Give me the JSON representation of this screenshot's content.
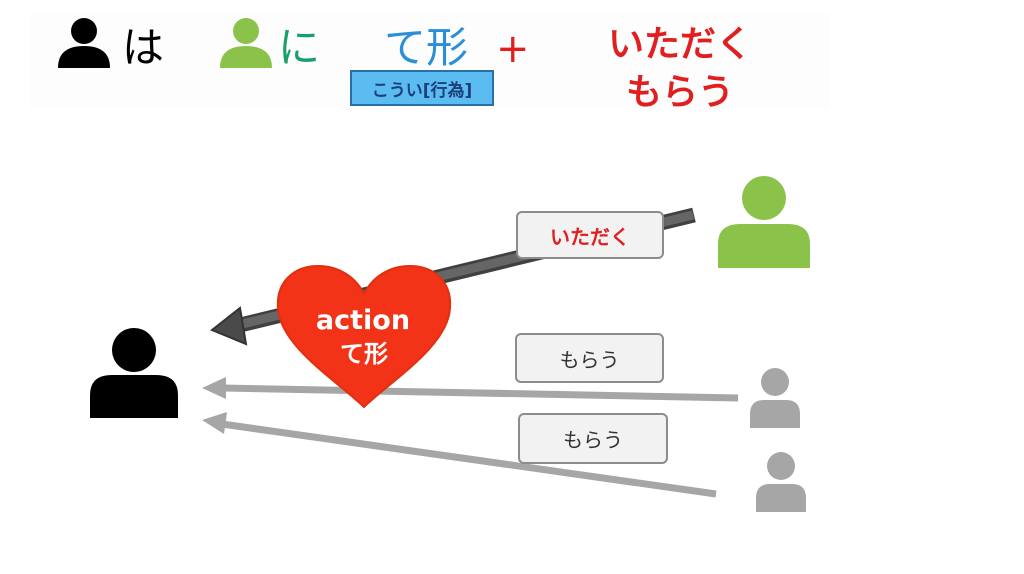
{
  "header": {
    "particle_wa": "は",
    "particle_ni": "に",
    "te_form": "て形",
    "plus": "+",
    "verb_line1": "いただく",
    "verb_line2": "もらう",
    "tag": "こうい[行為]"
  },
  "diagram": {
    "label_itadaku": "いただく",
    "heart_line1": "action",
    "heart_line2": "て形",
    "label_morau_1": "もらう",
    "label_morau_2": "もらう"
  },
  "colors": {
    "black": "#000000",
    "green": "#8bc34a",
    "teal": "#1a9e6a",
    "blue": "#2a8fd6",
    "red": "#e02020",
    "gray": "#a6a6a6",
    "dark_arrow": "#595959",
    "heart": "#f23318"
  },
  "icons": {
    "receiver": "person-icon",
    "giver_superior": "person-icon",
    "giver_1": "person-icon",
    "giver_2": "person-icon"
  }
}
